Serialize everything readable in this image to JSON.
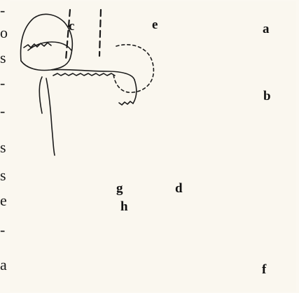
{
  "edge_text": [
    "-",
    "o",
    "s",
    "-",
    "-",
    "s",
    "s",
    "e",
    "-",
    "a"
  ],
  "figure_labels": {
    "a": "a",
    "b": "b",
    "c": "c",
    "d": "d",
    "e": "e",
    "f": "f",
    "g": "g",
    "h": "h"
  },
  "colors": {
    "ink": "#1b1b1b",
    "paper": "#faf7ef"
  }
}
